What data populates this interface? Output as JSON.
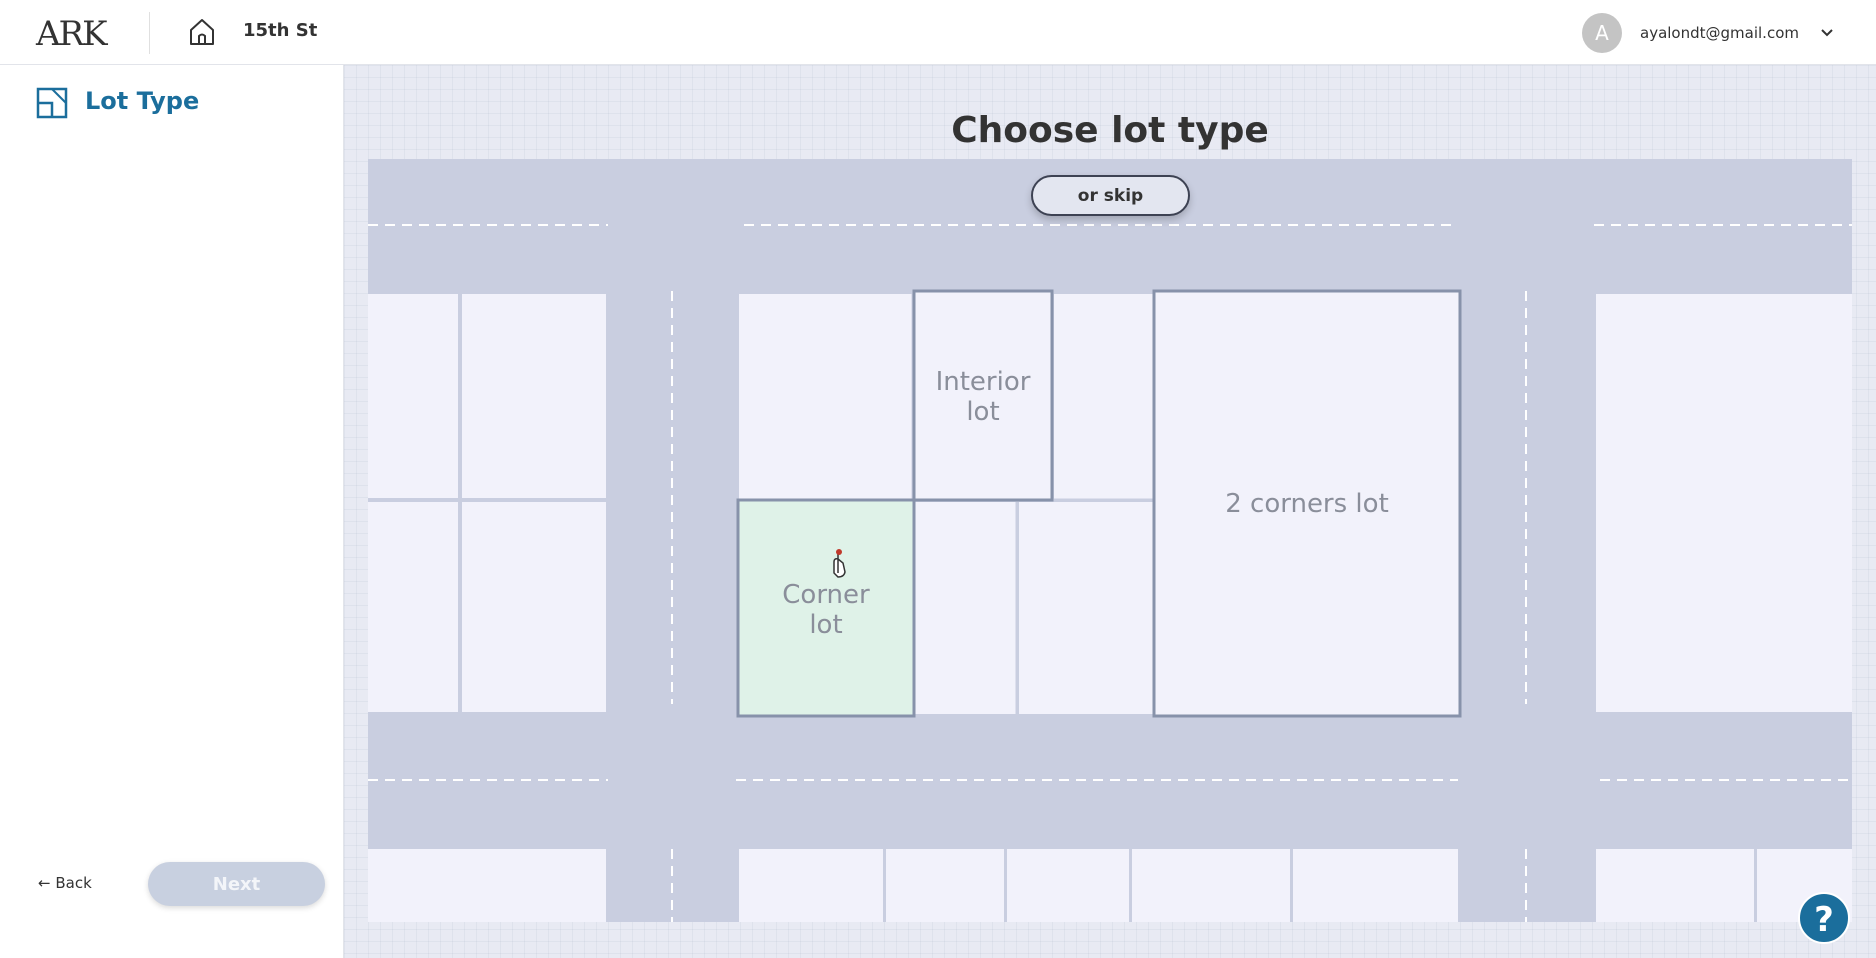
{
  "header": {
    "logo": "ARK",
    "project_name": "15th St",
    "avatar_letter": "A",
    "email": "ayalondt@gmail.com",
    "icons": {
      "home": "home-icon",
      "menu": "chevron-down-icon"
    }
  },
  "sidebar": {
    "title": "Lot Type",
    "back_label": "← Back",
    "next_label": "Next"
  },
  "main": {
    "title": "Choose lot type",
    "skip_label": "or skip",
    "lots": {
      "interior": [
        "Interior",
        "lot"
      ],
      "corner": [
        "Corner",
        "lot"
      ],
      "two_corners": "2 corners lot"
    }
  },
  "help_label": "?",
  "colors": {
    "accent": "#1b6e9c",
    "road": "#c9cee0",
    "lot_fill": "#f2f2fb",
    "lot_border": "#8792aa",
    "selected_fill": "#dff2e8"
  }
}
